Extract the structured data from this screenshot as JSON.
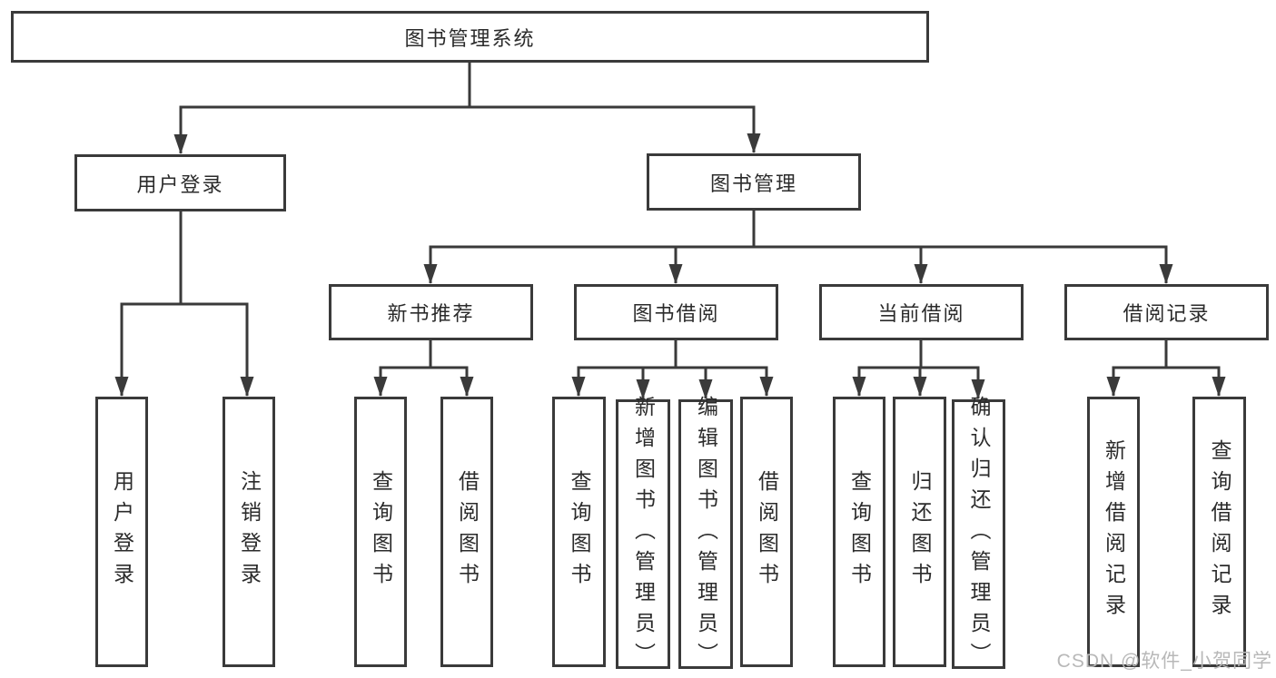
{
  "diagram": {
    "title": "图书管理系统",
    "root": {
      "label": "图书管理系统"
    },
    "children": [
      {
        "label": "用户登录",
        "children": [
          {
            "label": "用户登录"
          },
          {
            "label": "注销登录"
          }
        ]
      },
      {
        "label": "图书管理",
        "children": [
          {
            "label": "新书推荐",
            "children": [
              {
                "label": "查询图书"
              },
              {
                "label": "借阅图书"
              }
            ]
          },
          {
            "label": "图书借阅",
            "children": [
              {
                "label": "查询图书"
              },
              {
                "label": "新增图书（管理员）"
              },
              {
                "label": "编辑图书（管理员）"
              },
              {
                "label": "借阅图书"
              }
            ]
          },
          {
            "label": "当前借阅",
            "children": [
              {
                "label": "查询图书"
              },
              {
                "label": "归还图书"
              },
              {
                "label": "确认归还（管理员）"
              }
            ]
          },
          {
            "label": "借阅记录",
            "children": [
              {
                "label": "新增借阅记录"
              },
              {
                "label": "查询借阅记录"
              }
            ]
          }
        ]
      }
    ]
  },
  "watermark": {
    "text": "CSDN @软件_小贺同学"
  },
  "colors": {
    "line": "#3a3a3a",
    "text": "#2b2b2b",
    "background": "#ffffff",
    "watermark": "#b8b8b8"
  }
}
